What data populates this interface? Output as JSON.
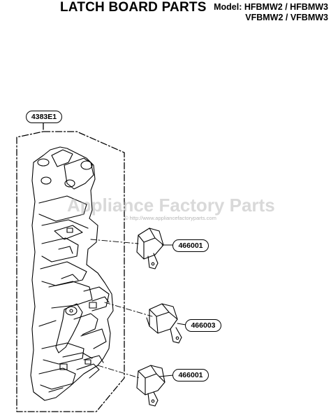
{
  "header": {
    "title": "LATCH BOARD PARTS",
    "model_line1": "Model: HFBMW2 / HFBMW3",
    "model_line2": "VFBMW2 / VFBMW3"
  },
  "watermark": {
    "text": "Appliance Factory Parts",
    "url": "© http://www.appliancefactoryparts.com"
  },
  "parts": [
    {
      "label": "4383E1"
    },
    {
      "label": "466001"
    },
    {
      "label": "466003"
    },
    {
      "label": "466001"
    }
  ]
}
